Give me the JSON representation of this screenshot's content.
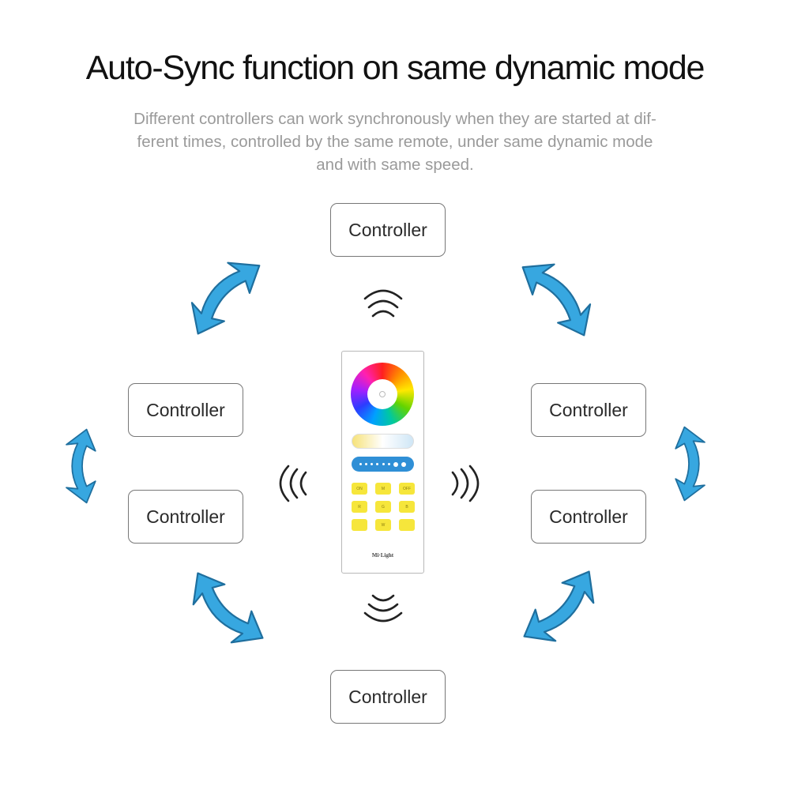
{
  "title": "Auto-Sync function on same dynamic mode",
  "description": [
    "Different controllers can work synchronously when they are started at dif-",
    "ferent times, controlled by the same remote, under same dynamic mode",
    "and with same speed."
  ],
  "controllers": [
    {
      "label": "Controller"
    },
    {
      "label": "Controller"
    },
    {
      "label": "Controller"
    },
    {
      "label": "Controller"
    },
    {
      "label": "Controller"
    },
    {
      "label": "Controller"
    }
  ],
  "remote": {
    "brand": "Mi·Light",
    "keys": [
      "ON",
      "M",
      "OFF",
      "R",
      "G",
      "B",
      "",
      "W",
      ""
    ]
  },
  "colors": {
    "arrow_fill": "#37a7e0",
    "arrow_stroke": "#1f6f9e",
    "signal_wave": "#222222"
  },
  "icons": [
    "double-arrow-icon",
    "signal-wave-icon"
  ]
}
